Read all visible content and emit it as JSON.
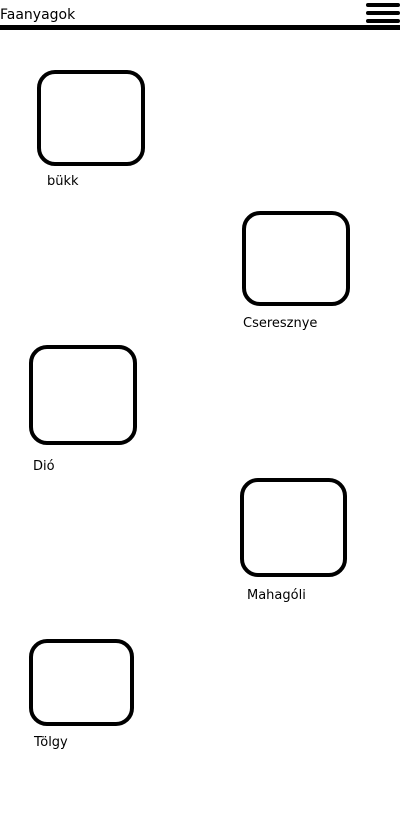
{
  "header": {
    "title": "Faanyagok",
    "menu_icon": "hamburger-menu-icon"
  },
  "items": [
    {
      "label": "bükk"
    },
    {
      "label": "Cseresznye"
    },
    {
      "label": "Dió"
    },
    {
      "label": "Mahagóli"
    },
    {
      "label": "Tölgy"
    }
  ]
}
